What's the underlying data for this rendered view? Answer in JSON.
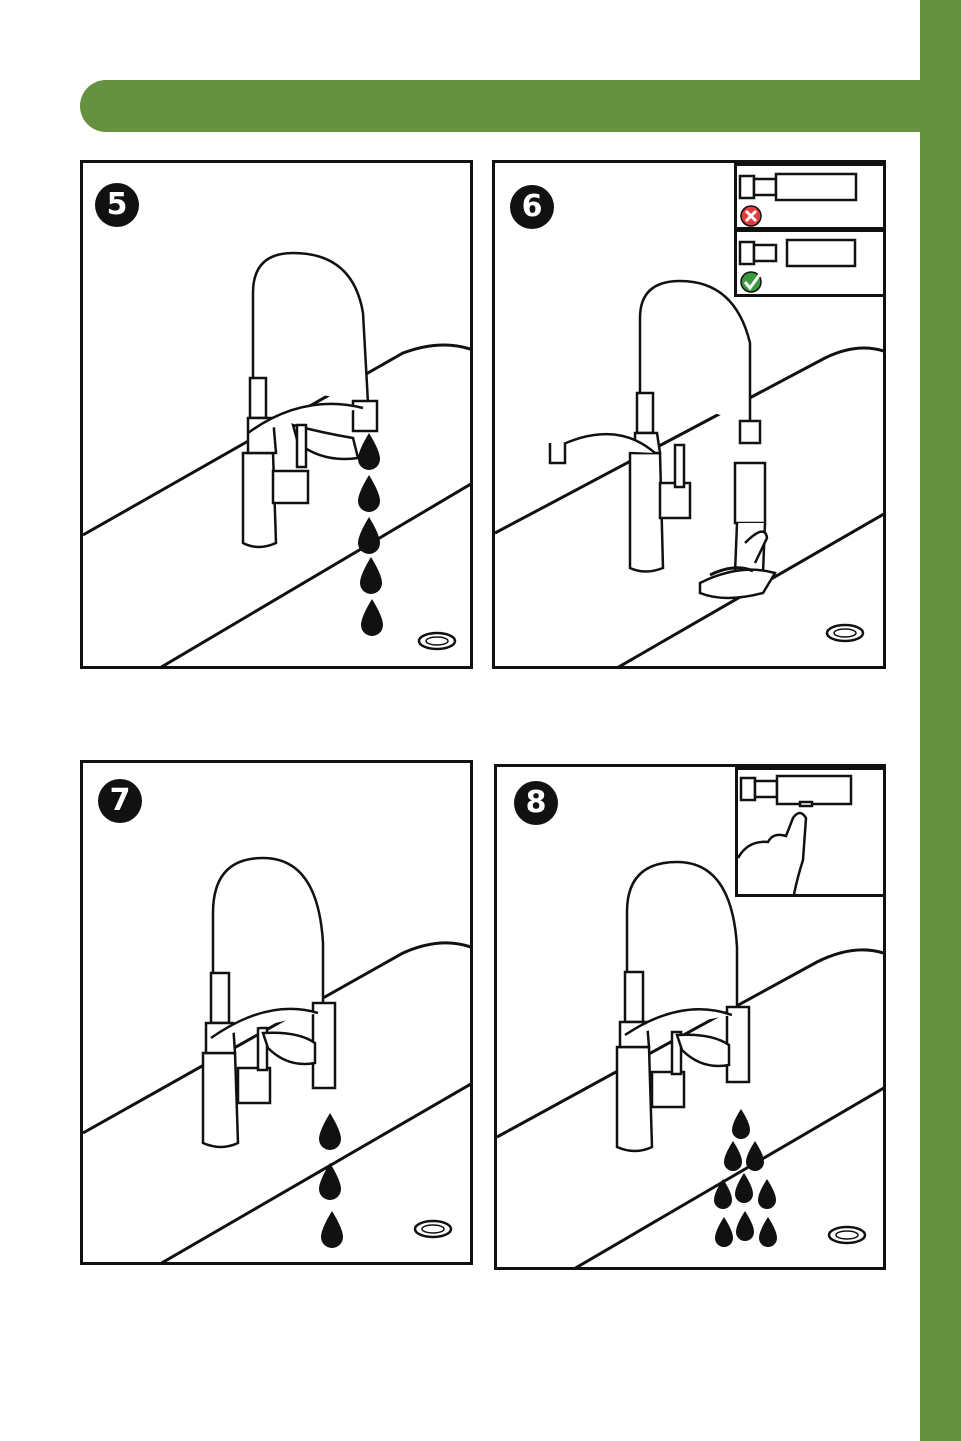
{
  "theme": {
    "accent": "#66913f",
    "ink": "#111111",
    "wrong": "#e33b3b",
    "right": "#3c9a3c"
  },
  "steps": [
    {
      "number": "5",
      "water": "stream"
    },
    {
      "number": "6",
      "insets": [
        "wrong-alignment",
        "correct-alignment"
      ]
    },
    {
      "number": "7",
      "water": "stream"
    },
    {
      "number": "8",
      "water": "spray",
      "insets": [
        "press-button"
      ]
    }
  ]
}
